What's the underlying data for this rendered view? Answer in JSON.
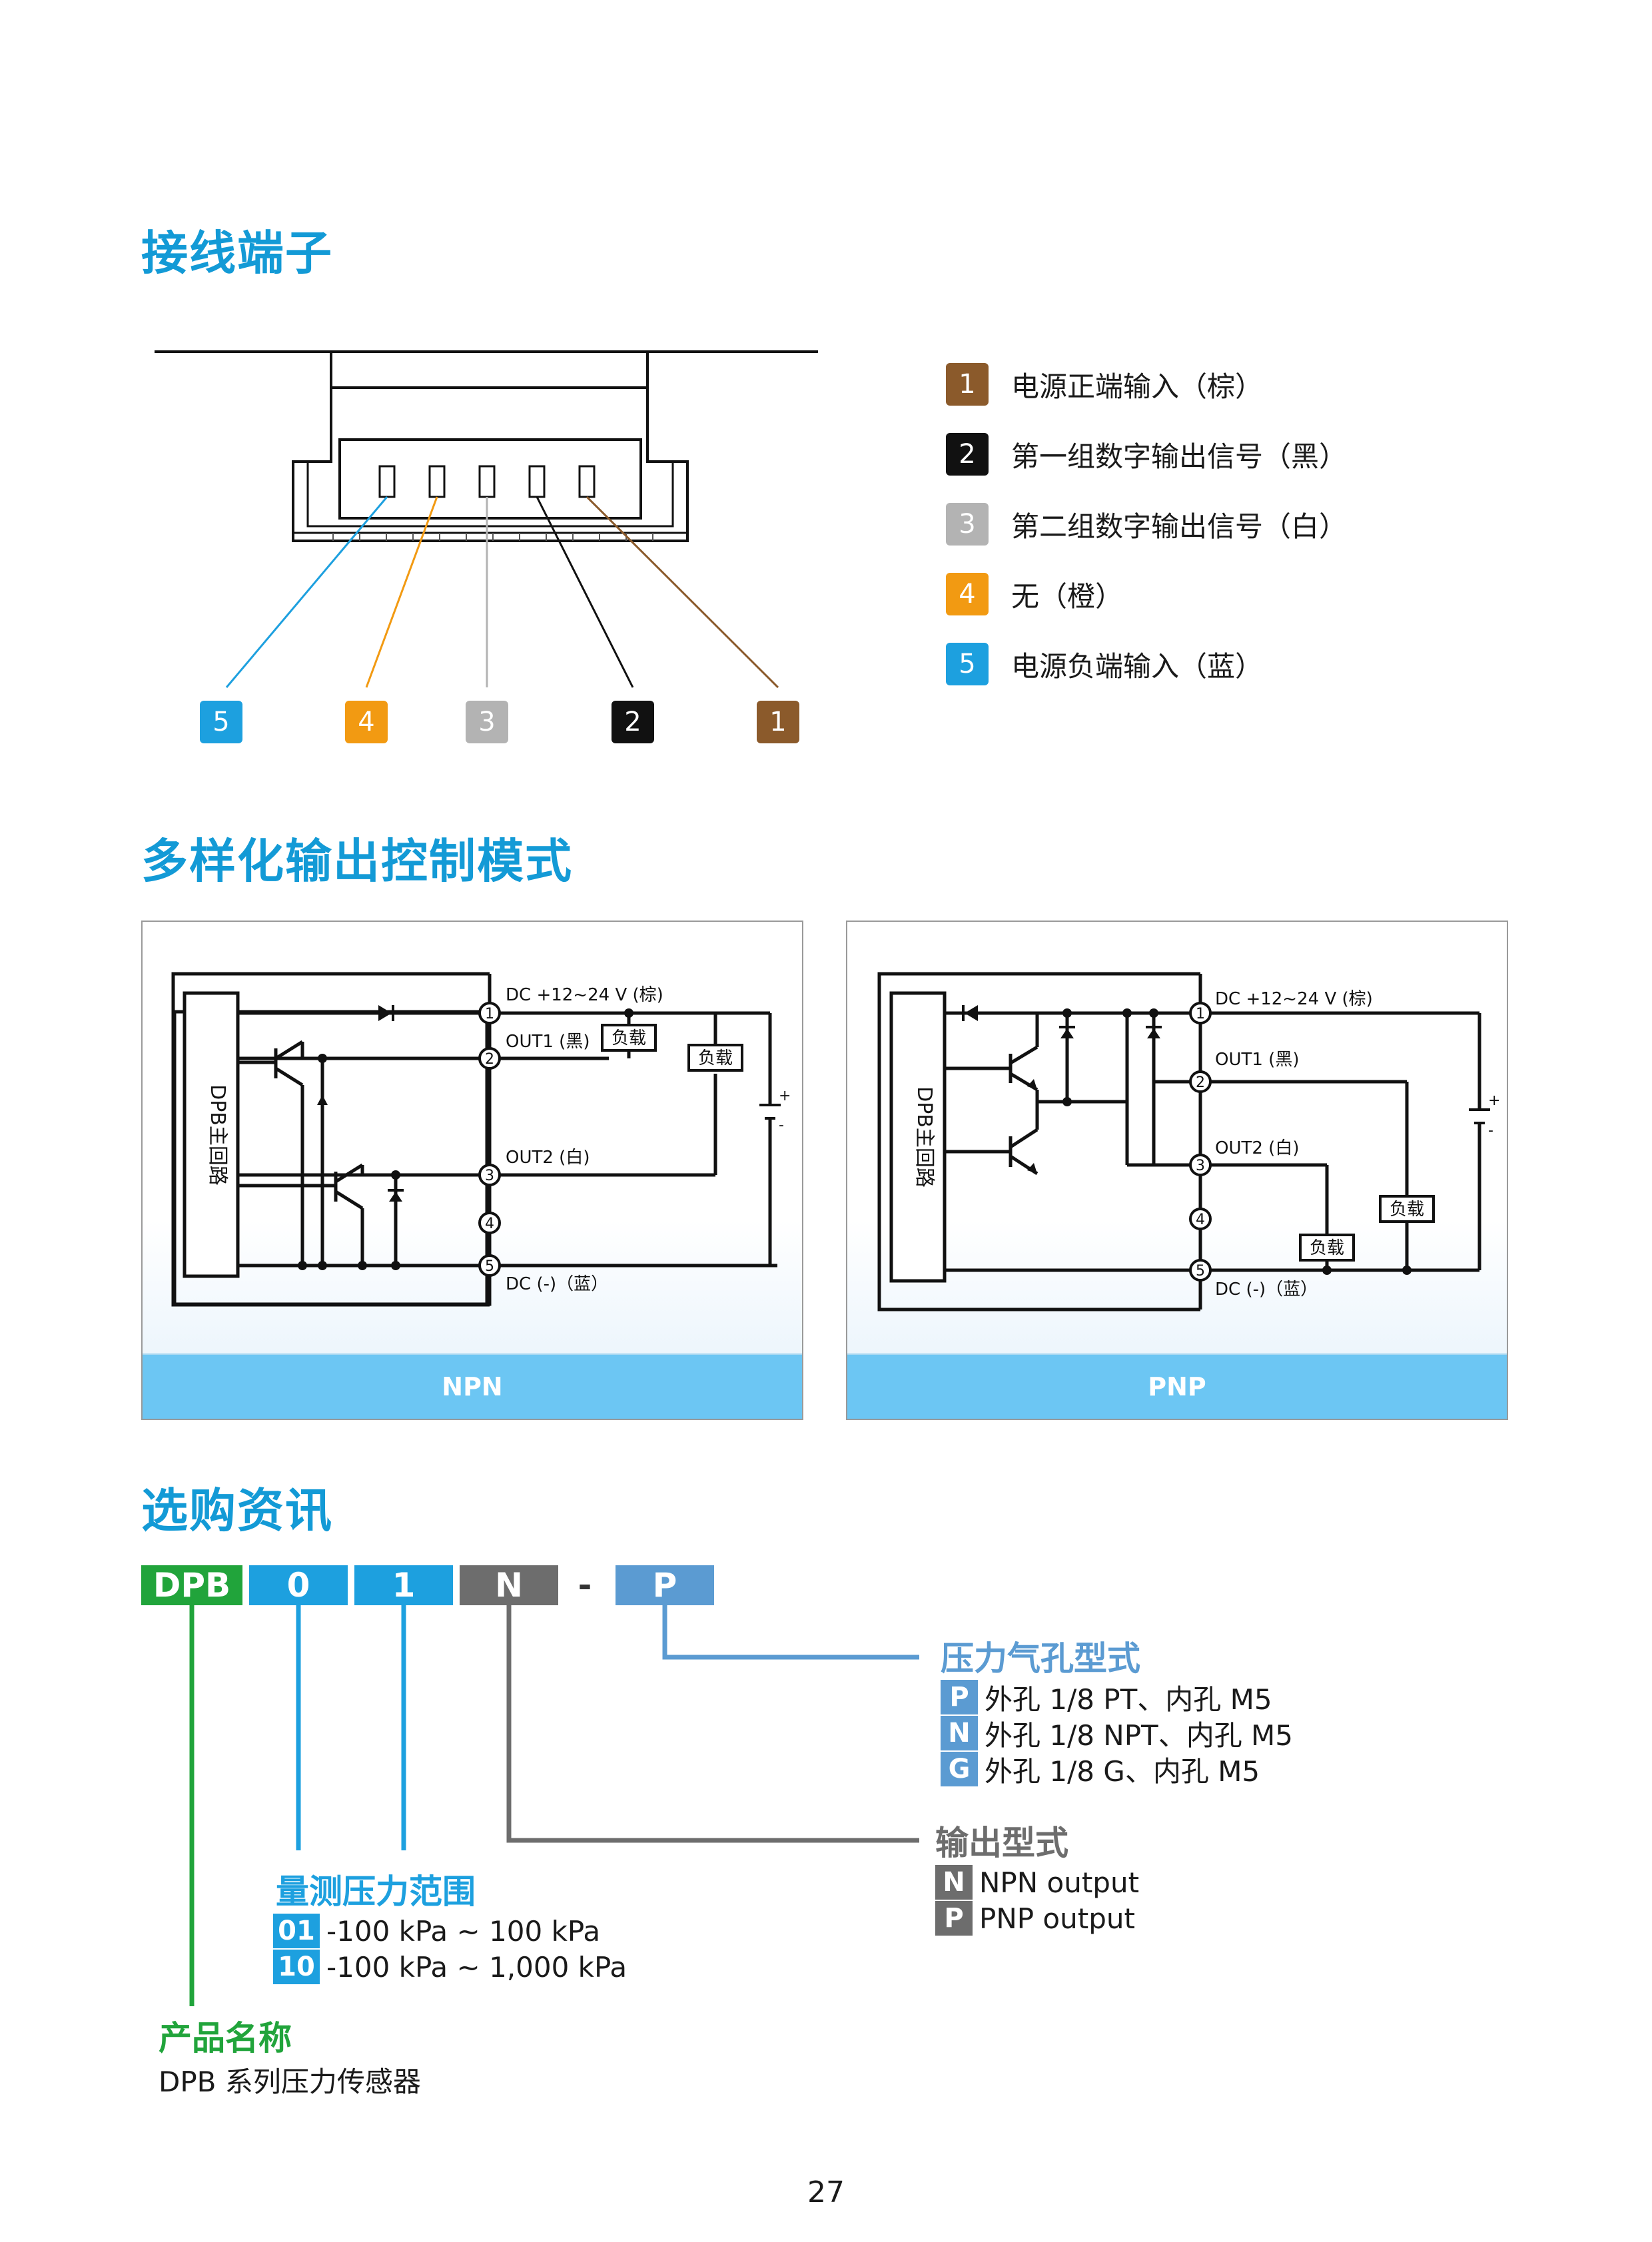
{
  "colors": {
    "heading": "#139ad6",
    "brown": "#8b5a2b",
    "black": "#111111",
    "white_wire": "#b3b3b3",
    "orange": "#f29a12",
    "blue": "#1da0df",
    "green": "#21a43b",
    "gray": "#6d6d6d",
    "steel": "#5b9bd2"
  },
  "section1": {
    "title": "接线端子",
    "legend": [
      {
        "num": "1",
        "text": "电源正端输入（棕）",
        "color": "#8b5a2b"
      },
      {
        "num": "2",
        "text": "第一组数字输出信号（黑）",
        "color": "#111111"
      },
      {
        "num": "3",
        "text": "第二组数字输出信号（白）",
        "color": "#b3b3b3"
      },
      {
        "num": "4",
        "text": "无（橙）",
        "color": "#f29a12"
      },
      {
        "num": "5",
        "text": "电源负端输入（蓝）",
        "color": "#1da0df"
      }
    ],
    "bottom_badges": [
      "5",
      "4",
      "3",
      "2",
      "1"
    ]
  },
  "section2": {
    "title": "多样化输出控制模式",
    "npn": {
      "footer": "NPN",
      "block_label": "DPB主回路",
      "dc_plus": "DC +12~24 V (棕)",
      "out1": "OUT1 (黑)",
      "out2": "OUT2 (白)",
      "dc_minus": "DC (-)（蓝）",
      "load": "负载",
      "pins": [
        "1",
        "2",
        "3",
        "4",
        "5"
      ],
      "plus": "+",
      "minus": "-"
    },
    "pnp": {
      "footer": "PNP",
      "block_label": "DPB主回路",
      "dc_plus": "DC +12~24 V (棕)",
      "out1": "OUT1 (黑)",
      "out2": "OUT2 (白)",
      "dc_minus": "DC (-)（蓝）",
      "load": "负载",
      "pins": [
        "1",
        "2",
        "3",
        "4",
        "5"
      ],
      "plus": "+",
      "minus": "-"
    }
  },
  "section3": {
    "title": "选购资讯",
    "code": [
      "DPB",
      "0",
      "1",
      "N",
      "-",
      "P"
    ],
    "port": {
      "title": "压力气孔型式",
      "options": [
        {
          "key": "P",
          "text": "外孔 1/8 PT、内孔 M5"
        },
        {
          "key": "N",
          "text": "外孔 1/8 NPT、内孔 M5"
        },
        {
          "key": "G",
          "text": "外孔 1/8 G、内孔 M5"
        }
      ]
    },
    "output": {
      "title": "输出型式",
      "options": [
        {
          "key": "N",
          "text": "NPN output"
        },
        {
          "key": "P",
          "text": "PNP output"
        }
      ]
    },
    "range": {
      "title": "量测压力范围",
      "options": [
        {
          "key": "01",
          "text": "-100 kPa ~ 100 kPa"
        },
        {
          "key": "10",
          "text": "-100 kPa ~ 1,000 kPa"
        }
      ]
    },
    "product": {
      "title": "产品名称",
      "text": "DPB 系列压力传感器"
    }
  },
  "page_number": "27"
}
